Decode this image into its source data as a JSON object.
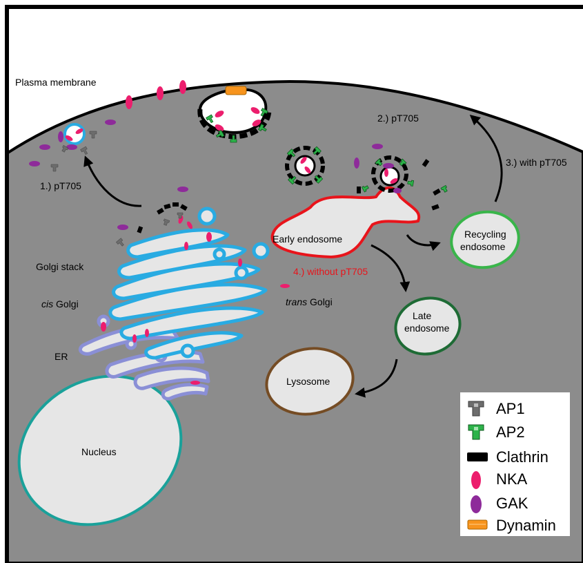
{
  "labels": {
    "plasma_membrane": "Plasma membrane",
    "golgi_stack": "Golgi stack",
    "cis_italic": "cis",
    "cis_rest": " Golgi",
    "trans_italic": "trans",
    "trans_rest": " Golgi",
    "er": "ER",
    "nucleus": "Nucleus",
    "early_endosome": "Early endosome",
    "recycling_line1": "Recycling",
    "recycling_line2": "endosome",
    "late_line1": "Late",
    "late_line2": "endosome",
    "lysosome": "Lysosome",
    "step1": "1.) pT705",
    "step2": "2.) pT705",
    "step3": "3.) with pT705",
    "step4": "4.) without pT705"
  },
  "legend": {
    "items": [
      {
        "label": "AP1",
        "icon": "ap1-icon",
        "color": "#6d6d6d"
      },
      {
        "label": "AP2",
        "icon": "ap2-icon",
        "color": "#2db34a"
      },
      {
        "label": "Clathrin",
        "icon": "clathrin-icon",
        "color": "#000000"
      },
      {
        "label": "NKA",
        "icon": "nka-icon",
        "color": "#ec1e6d"
      },
      {
        "label": "GAK",
        "icon": "gak-icon",
        "color": "#8e2b9a"
      },
      {
        "label": "Dynamin",
        "icon": "dynamin-icon",
        "color": "#f7941d"
      }
    ]
  },
  "colors": {
    "cytoplasm": "#8c8c8c",
    "golgi_outline": "#29abe2",
    "er_outline": "#8a8fd6",
    "nucleus_outline": "#1aa19a",
    "early_endosome_outline": "#e8141b",
    "recycling_outline": "#39b54a",
    "late_outline": "#1e6b35",
    "lysosome_outline": "#754c24",
    "organelle_fill": "#e6e6e6"
  }
}
